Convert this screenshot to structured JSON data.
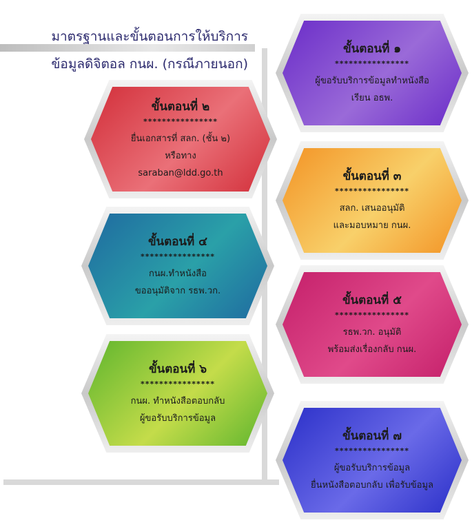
{
  "title": {
    "line1": "มาตรฐานและขั้นตอนการให้บริการ",
    "line2": "ข้อมูลดิจิตอล กนผ. (กรณีภายนอก)"
  },
  "steps": [
    {
      "heading": "ขั้นตอนที่ ๑",
      "stars": "****************",
      "lines": [
        "ผู้ขอรับบริการข้อมูลทำหนังสือ",
        "เรียน อธพ."
      ],
      "color": "#7a3fd0"
    },
    {
      "heading": "ขั้นตอนที่ ๒",
      "stars": "****************",
      "lines": [
        "ยื่นเอกสารที่ สลก. (ชั้น ๒)",
        "หรือทาง",
        "saraban@ldd.go.th"
      ],
      "color": "#d8404a"
    },
    {
      "heading": "ขั้นตอนที่ ๓",
      "stars": "****************",
      "lines": [
        "สลก. เสนออนุมัติ",
        "และมอบหมาย กนผ."
      ],
      "color": "#f4a23c"
    },
    {
      "heading": "ขั้นตอนที่ ๔",
      "stars": "****************",
      "lines": [
        "กนผ.ทำหนังสือ",
        "ขออนุมัติจาก รธพ.วก."
      ],
      "color": "#2d7fa6"
    },
    {
      "heading": "ขั้นตอนที่ ๕",
      "stars": "****************",
      "lines": [
        "รธพ.วก. อนุมัติ",
        "พร้อมส่งเรื่องกลับ กนผ."
      ],
      "color": "#d2327a"
    },
    {
      "heading": "ขั้นตอนที่ ๖",
      "stars": "****************",
      "lines": [
        "กนผ. ทำหนังสือตอบกลับ",
        "ผู้ขอรับบริการข้อมูล"
      ],
      "color": "#8ec43c"
    },
    {
      "heading": "ขั้นตอนที่ ๗",
      "stars": "****************",
      "lines": [
        "ผู้ขอรับบริการข้อมูล",
        "ยื่นหนังสือตอบกลับ เพื่อรับข้อมูล"
      ],
      "color": "#3b3fd8"
    }
  ]
}
